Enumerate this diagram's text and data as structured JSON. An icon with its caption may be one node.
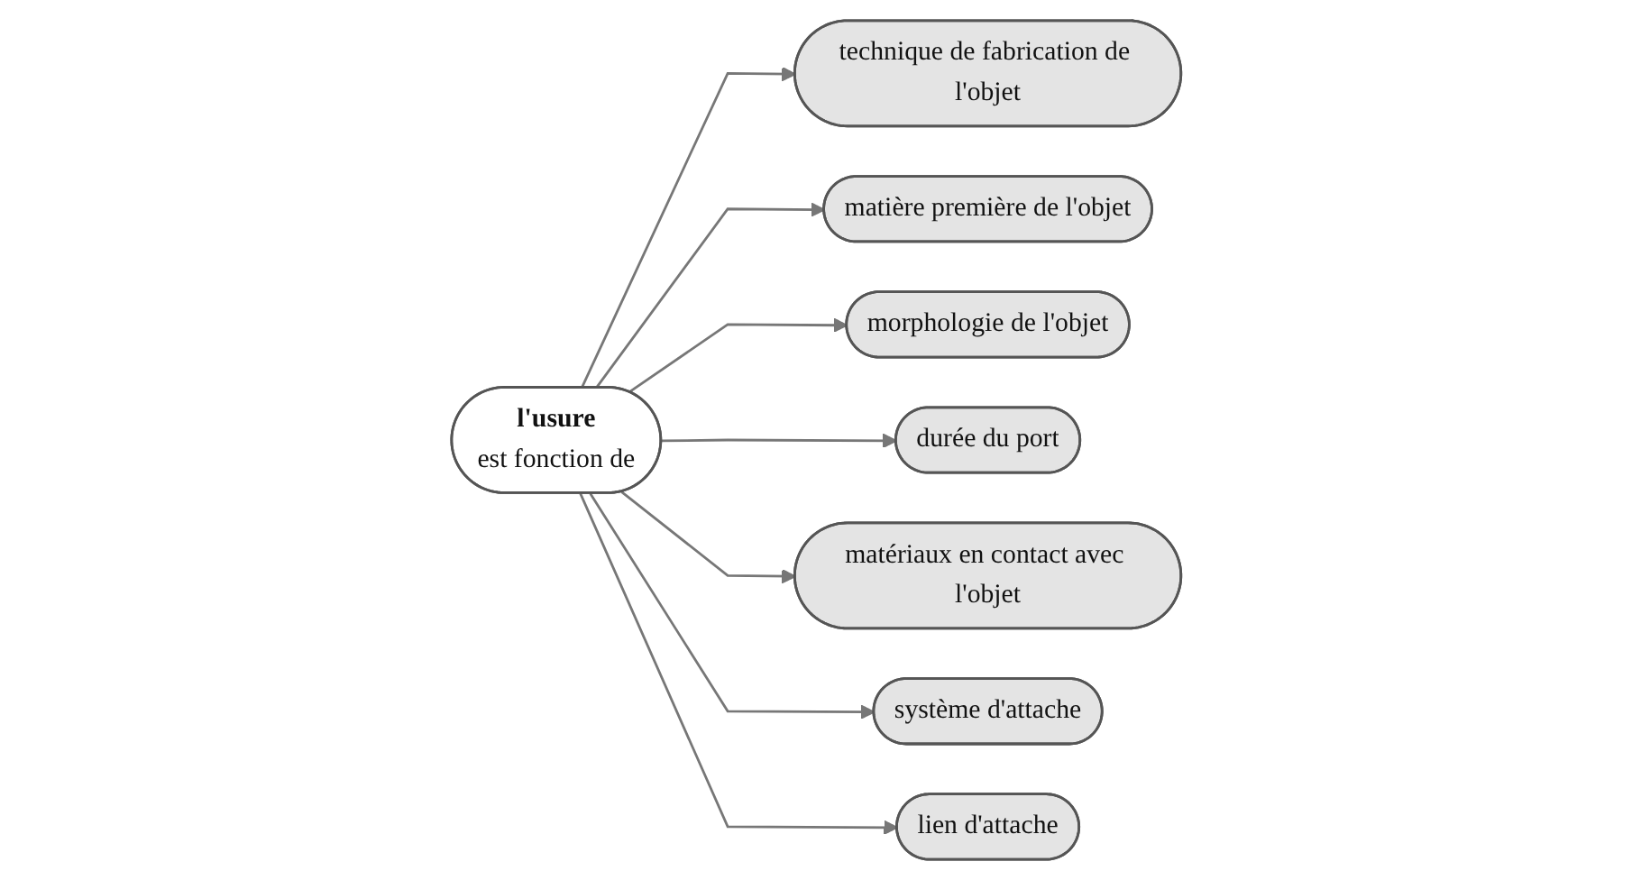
{
  "diagram": {
    "nodes": [
      {
        "text": [
          "technique de fabrication de l'objet"
        ]
      },
      {
        "text": [
          "matière première de l'objet"
        ]
      },
      {
        "text": [
          "morphologie de l'objet"
        ]
      },
      {
        "text": [
          "durée du port"
        ]
      },
      {
        "text": [
          "l'usure",
          "est fonction de"
        ]
      },
      {
        "text": [
          "matériaux en contact avec l'objet"
        ]
      },
      {
        "text": [
          "système d'attache"
        ]
      },
      {
        "text": [
          "lien d'attache"
        ]
      }
    ],
    "edges": [
      {
        "from": 4,
        "to": 0,
        "arrow": "to"
      },
      {
        "from": 4,
        "to": 1,
        "arrow": "to"
      },
      {
        "from": 4,
        "to": 2,
        "arrow": "to"
      },
      {
        "from": 4,
        "to": 3,
        "arrow": "to"
      },
      {
        "from": 4,
        "to": 5,
        "arrow": "to"
      },
      {
        "from": 4,
        "to": 6,
        "arrow": "to"
      },
      {
        "from": 4,
        "to": 7,
        "arrow": "to"
      }
    ]
  }
}
